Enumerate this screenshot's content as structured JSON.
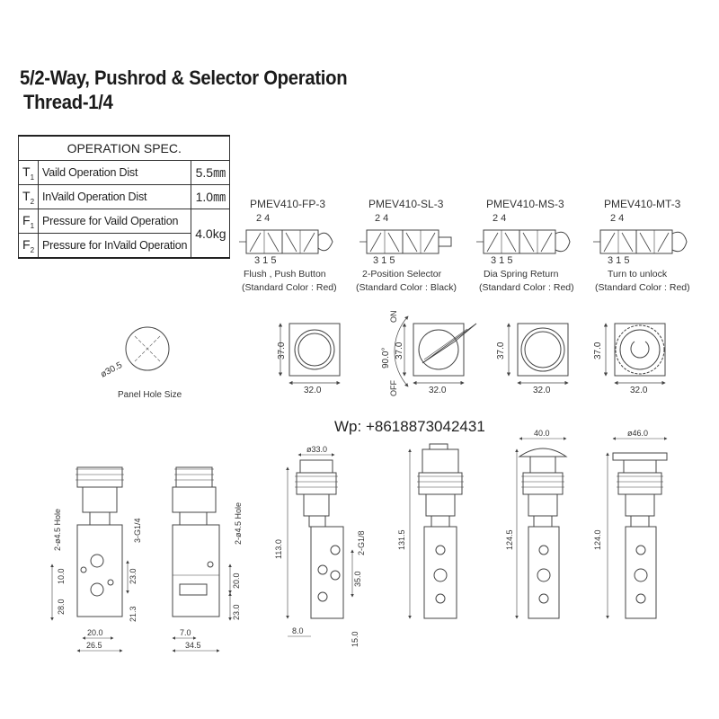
{
  "title": {
    "line1": "5/2-Way, Pushrod & Selector Operation",
    "line2": "Thread-1/4"
  },
  "spec_table": {
    "header": "OPERATION SPEC.",
    "rows": [
      {
        "sym": "T",
        "sub": "1",
        "desc": "Vaild Operation Dist",
        "value": "5.5㎜"
      },
      {
        "sym": "T",
        "sub": "2",
        "desc": "InVaild Operation Dist",
        "value": "1.0㎜"
      },
      {
        "sym": "F",
        "sub": "1",
        "desc": "Pressure for Vaild Operation",
        "value": "4.0kg"
      },
      {
        "sym": "F",
        "sub": "2",
        "desc": "Pressure for InVaild Operation",
        "value": ""
      }
    ]
  },
  "models": [
    {
      "code": "PMEV410-FP-3",
      "ports_top": "2 4",
      "ports_bottom": "3 1 5",
      "name": "Flush , Push Button",
      "color": "(Standard Color : Red)"
    },
    {
      "code": "PMEV410-SL-3",
      "ports_top": "2 4",
      "ports_bottom": "3 1 5",
      "name": "2-Position Selector",
      "color": "(Standard Color : Black)"
    },
    {
      "code": "PMEV410-MS-3",
      "ports_top": "2 4",
      "ports_bottom": "3 1 5",
      "name": "Dia Spring Return",
      "color": "(Standard Color : Red)"
    },
    {
      "code": "PMEV410-MT-3",
      "ports_top": "2 4",
      "ports_bottom": "3 1 5",
      "name": "Turn to unlock",
      "color": "(Standard Color : Red)"
    }
  ],
  "panel_hole": {
    "dia": "ø30.5",
    "label": "Panel Hole Size"
  },
  "front_views": {
    "height_dim": "37.0",
    "width_dim": "32.0",
    "angle": "90.0°",
    "on": "ON",
    "off": "OFF"
  },
  "side_view_1": {
    "hole": "2-ø4.5 Hole",
    "thread": "3-G1/4",
    "d10": "10.0",
    "d23": "23.0",
    "d28": "28.0",
    "d21": "21.3",
    "d20": "20.0",
    "d26": "26.5"
  },
  "side_view_2": {
    "hole": "2-ø4.5 Hole",
    "d20": "20.0",
    "d23": "23.0",
    "d7": "7.0",
    "d34": "34.5"
  },
  "view_fp": {
    "dia": "ø33.0",
    "thread": "2-G1/8",
    "height": "113.0",
    "d35": "35.0",
    "d8": "8.0",
    "d15": "15.0"
  },
  "view_sl": {
    "height": "131.5"
  },
  "view_ms": {
    "top": "40.0",
    "height": "124.5"
  },
  "view_mt": {
    "top": "ø46.0",
    "height": "124.0"
  },
  "watermark": "Wp: +8618873042431"
}
